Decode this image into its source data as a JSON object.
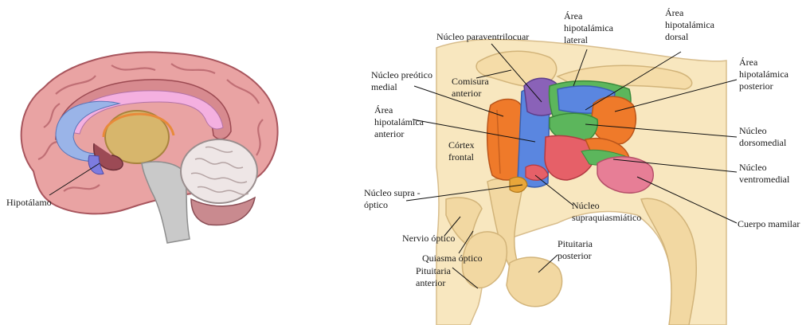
{
  "left_panel": {
    "labels": {
      "hypothalamus": "Hipotálamo"
    }
  },
  "right_panel": {
    "labels": {
      "paraventricular": "Núcleo paraventrilocuar",
      "lateral_area": [
        "Área",
        "hipotalámica",
        "lateral"
      ],
      "dorsal_area": [
        "Área",
        "hipotalámica",
        "dorsal"
      ],
      "posterior_area": [
        "Área",
        "hipotalámica",
        "posterior"
      ],
      "preoptic": [
        "Núcleo preótico",
        "medial"
      ],
      "commissure": [
        "Comisura",
        "anterior"
      ],
      "anterior_area": [
        "Área",
        "hipotalámica",
        "anterior"
      ],
      "cortex": [
        "Córtex",
        "frontal"
      ],
      "dorsomedial": [
        "Núcleo",
        "dorsomedial"
      ],
      "ventromedial": [
        "Núcleo",
        "ventromedial"
      ],
      "supraoptic": [
        "Núcleo supra -",
        "óptico"
      ],
      "suprachiasmatic": [
        "Núcleo",
        "supraquiasmiático"
      ],
      "mammillary": "Cuerpo mamilar",
      "optic_nerve": "Nervio óptico",
      "optic_chiasm": "Quiasma óptico",
      "posterior_pituitary": [
        "Pituitaria",
        "posterior"
      ],
      "anterior_pituitary": [
        "Pituitaria",
        "anterior"
      ]
    }
  },
  "colors": {
    "brain_pink": "#e8a0a0",
    "brain_dark": "#b45a64",
    "tissue": "#f8e7bf",
    "tissue_edge": "#d8bd8c",
    "orange": "#ef7a2a",
    "blue": "#5a86e0",
    "green": "#5cb65c",
    "purple": "#8a62b8",
    "red": "#e66068",
    "pink": "#e77e96",
    "gold": "#e8a63a"
  }
}
